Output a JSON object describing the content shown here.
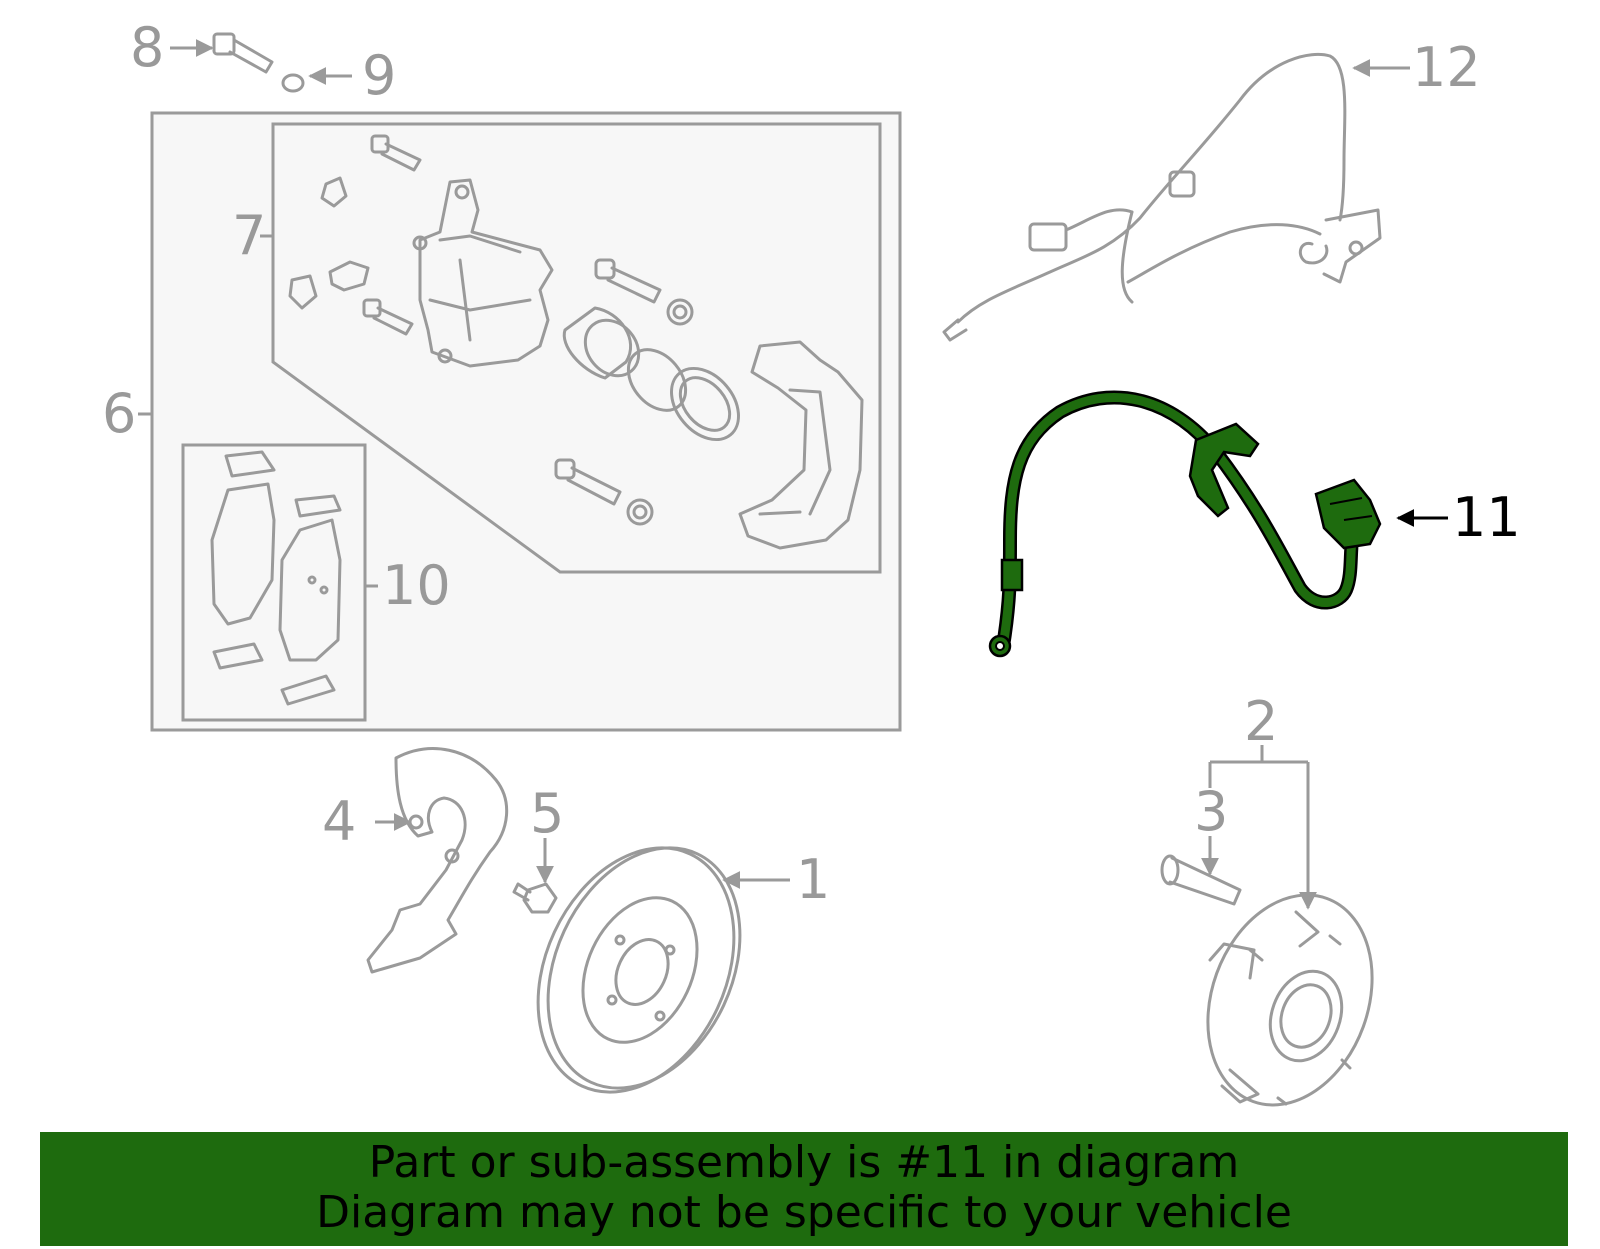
{
  "callouts": {
    "c1": "1",
    "c2": "2",
    "c3": "3",
    "c4": "4",
    "c5": "5",
    "c6": "6",
    "c7": "7",
    "c8": "8",
    "c9": "9",
    "c10": "10",
    "c11": "11",
    "c12": "12"
  },
  "banner": {
    "line1": "Part or sub-assembly is #11 in diagram",
    "line2": "Diagram may not be specific to your vehicle"
  },
  "colors": {
    "highlight_part": "#1e6b0e",
    "banner_bg": "#1e6b0e",
    "callout_gray": "#999999",
    "callout_highlight": "#000000",
    "box_fill": "#f7f7f7"
  }
}
